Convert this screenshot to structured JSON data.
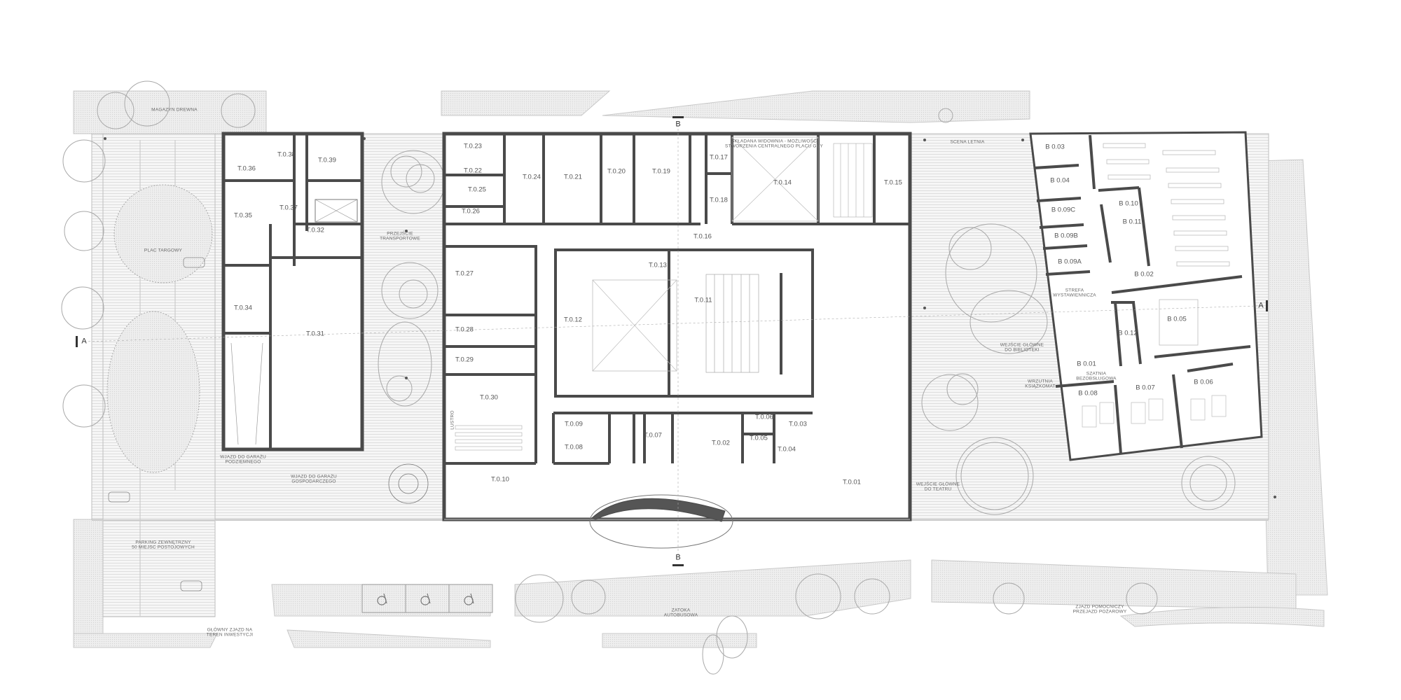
{
  "rooms": {
    "t036": "T.0.36",
    "t038": "T.0.38",
    "t039": "T.0.39",
    "t035": "T.0.35",
    "t037": "T.0.37",
    "t032": "T.0.32",
    "t034": "T.0.34",
    "t031": "T.0.31",
    "t023": "T.0.23",
    "t022": "T.0.22",
    "t025": "T.0.25",
    "t026": "T.0.26",
    "t024": "T.0.24",
    "t021": "T.0.21",
    "t020": "T.0.20",
    "t019": "T.0.19",
    "t017": "T.0.17",
    "t018": "T.0.18",
    "t014": "T.0.14",
    "t015": "T.0.15",
    "t016": "T.0.16",
    "t013": "T.0.13",
    "t027": "T.0.27",
    "t012": "T.0.12",
    "t011": "T.0.11",
    "t028": "T.0.28",
    "t029": "T.0.29",
    "t030": "T.0.30",
    "t009": "T.0.09",
    "t008": "T.0.08",
    "t007": "T.0.07",
    "t006": "T.0.06",
    "t005": "T.0.05",
    "t004": "T.0.04",
    "t003": "T.0.03",
    "t002": "T.0.02",
    "t010": "T.0.10",
    "t001": "T.0.01",
    "b003": "B 0.03",
    "b004": "B 0.04",
    "b009c": "B 0.09C",
    "b009b": "B 0.09B",
    "b009a": "B 0.09A",
    "b010": "B 0.10",
    "b011": "B 0.11",
    "b002": "B 0.02",
    "b005": "B 0.05",
    "b012": "B 0.12",
    "b001": "B 0.01",
    "b008": "B 0.08",
    "b007": "B 0.07",
    "b006": "B 0.06"
  },
  "annotations": {
    "magazyn": "MAGAZYN DREWNA",
    "plac": "PLAC TARGOWY",
    "przejscie": "PRZEJŚCIE\nTRANSPORTOWE",
    "wjazd_podziemny": "WJAZD DO GARAŻU\nPODZIEMNEGO",
    "wjazd_gospodarczy": "WJAZD DO GARAŻU\nGOSPODARCZEGO",
    "parking": "PARKING ZEWNĘTRZNY\n50 MIEJSC POSTOJOWYCH",
    "zjazd_glowny": "GŁÓWNY ZJAZD NA\nTEREN INWESTYCJI",
    "widownia": "SKŁADANA WIDOWNIA - MOŻLIWOŚĆ\nSTWORZENIA CENTRALNEGO PLACU GRY",
    "lustro": "LUSTRO",
    "scena": "SCENA LETNIA",
    "wejscie_biblioteka": "WEJŚCIE GŁÓWNE\nDO BIBLIOTEKI",
    "wrzutnia": "WRZUTNIA\nKSIĄŻKOMAT",
    "wejscie_teatr": "WEJŚCIE GŁÓWNE\nDO TEATRU",
    "strefa": "STREFA\nWYSTAWIENNICZA",
    "szatnia": "SZATNIA\nBEZOBSŁUGOWA",
    "zatoka": "ZATOKA\nAUTOBUSOWA",
    "zjazd_pomocniczy": "ZJAZD POMOCNICZY\nPRZEJAZD POŻAROWY"
  },
  "section_markers": {
    "a_left": "A",
    "a_right": "A",
    "b_top": "B",
    "b_bottom": "B"
  },
  "colors": {
    "wall": "#4a4a4a",
    "line": "#9a9a9a",
    "hatch": "#dcdcdc",
    "paving": "#ececec"
  },
  "icons": [
    "tree-icon",
    "car-icon",
    "accessible-parking-icon",
    "stair-icon",
    "elevator-icon"
  ]
}
